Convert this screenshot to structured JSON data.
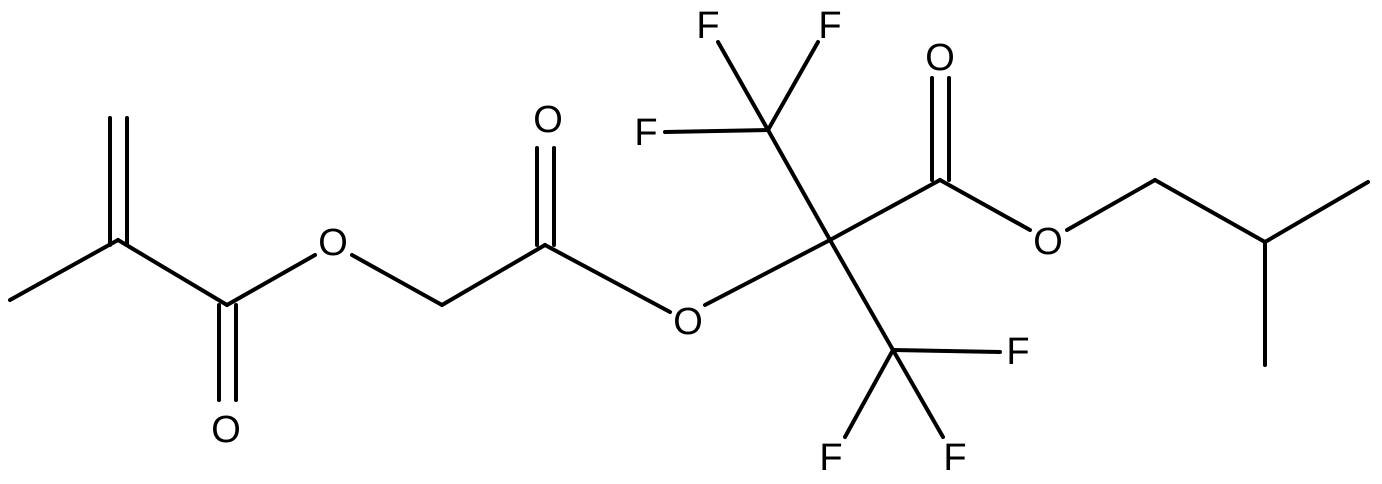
{
  "atoms": {
    "o_carbonyl_methacrylate": "O",
    "o_ester_methacrylate": "O",
    "o_carbonyl_glycolate": "O",
    "o_ether": "O",
    "o_carbonyl_isobutyl": "O",
    "o_ester_isobutyl": "O",
    "f_top_left": "F",
    "f_top_mid": "F",
    "f_top_right": "F",
    "f_bottom_right": "F",
    "f_bottom_left": "F",
    "f_bottom_mid": "F"
  },
  "colors": {
    "bond": "#000000",
    "label": "#000000",
    "background": "#ffffff"
  }
}
